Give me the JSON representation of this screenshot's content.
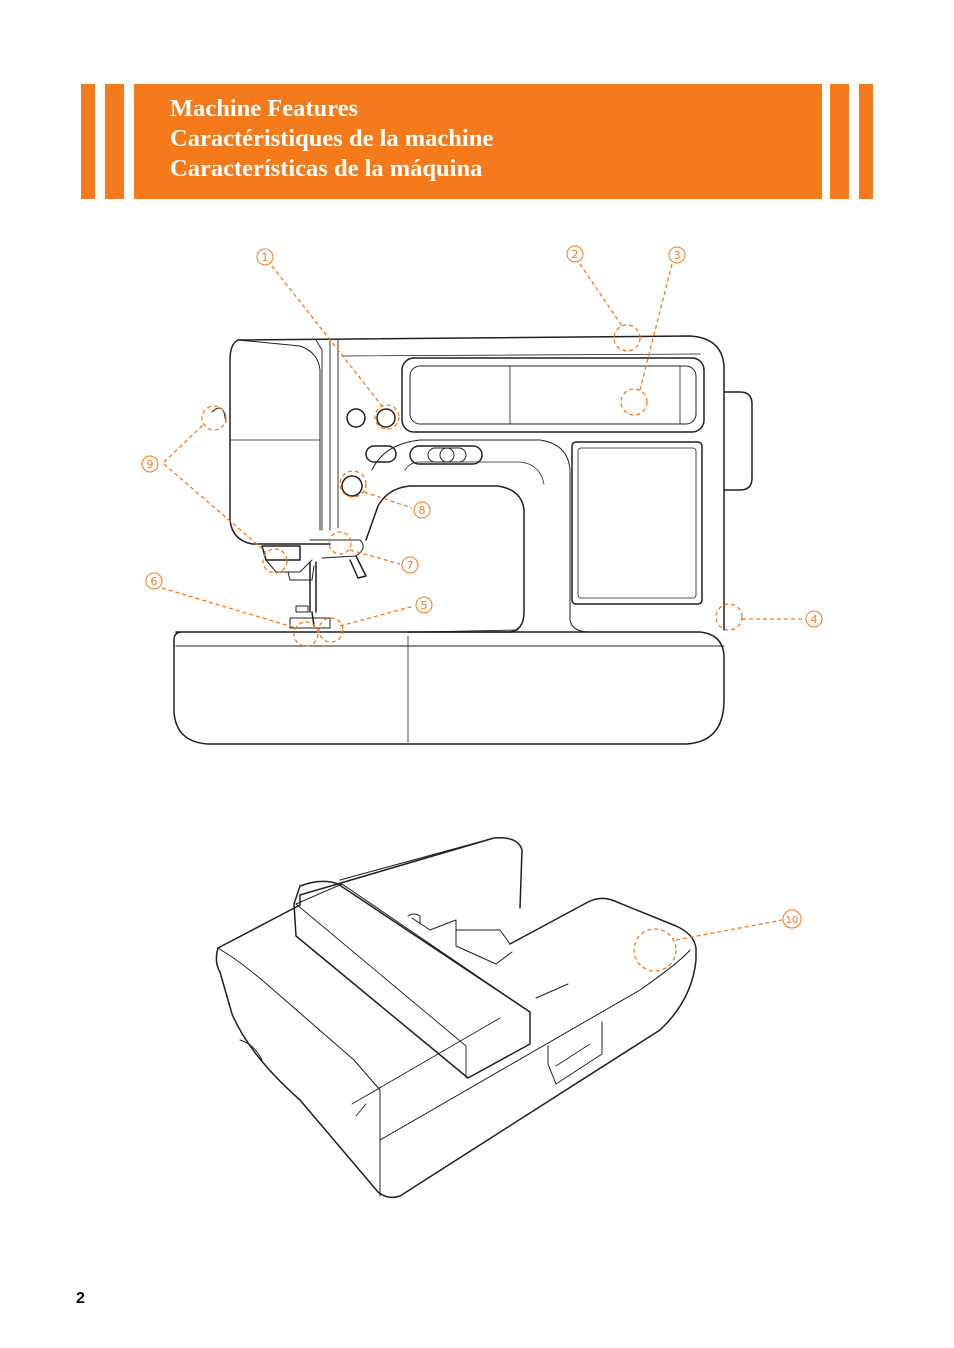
{
  "header": {
    "title_en": "Machine Features",
    "title_fr": "Caractéristiques de la machine",
    "title_es": "Características de la máquina"
  },
  "colors": {
    "accent": "#f47a1c",
    "line": "#231f20"
  },
  "callouts": [
    "1",
    "2",
    "3",
    "4",
    "5",
    "6",
    "7",
    "8",
    "9",
    "10"
  ],
  "page": {
    "number": "2"
  }
}
